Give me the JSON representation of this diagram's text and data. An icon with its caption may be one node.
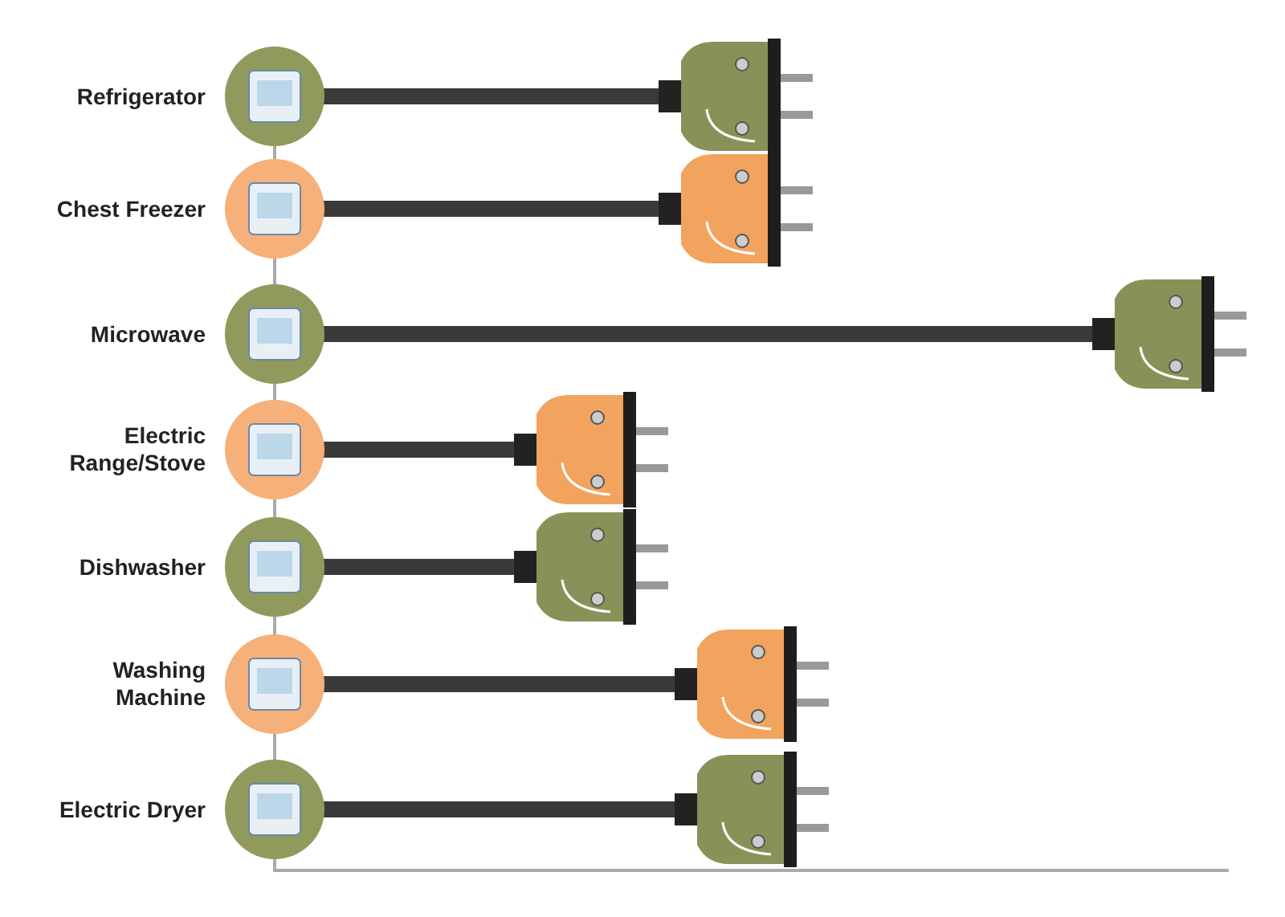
{
  "diagram": {
    "labels": [
      "Refrigerator",
      "Chest Freezer",
      "Microwave",
      "Electric Range/Stove",
      "Dishwasher",
      "Washing Machine",
      "Electric Dryer"
    ]
  }
}
